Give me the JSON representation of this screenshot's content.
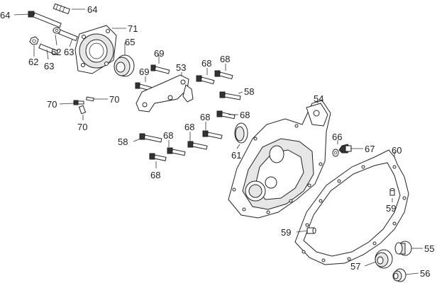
{
  "callouts": [
    {
      "id": "c64a",
      "label": "64"
    },
    {
      "id": "c64b",
      "label": "64"
    },
    {
      "id": "c71",
      "label": "71"
    },
    {
      "id": "c62a",
      "label": "62"
    },
    {
      "id": "c63a",
      "label": "63"
    },
    {
      "id": "c62b",
      "label": "62"
    },
    {
      "id": "c63b",
      "label": "63"
    },
    {
      "id": "c65",
      "label": "65"
    },
    {
      "id": "c69a",
      "label": "69"
    },
    {
      "id": "c69b",
      "label": "69"
    },
    {
      "id": "c53",
      "label": "53"
    },
    {
      "id": "c68a",
      "label": "68"
    },
    {
      "id": "c68b",
      "label": "68"
    },
    {
      "id": "c58a",
      "label": "58"
    },
    {
      "id": "c54",
      "label": "54"
    },
    {
      "id": "c70a",
      "label": "70"
    },
    {
      "id": "c70b",
      "label": "70"
    },
    {
      "id": "c70c",
      "label": "70"
    },
    {
      "id": "c68c",
      "label": "68"
    },
    {
      "id": "c68d",
      "label": "68"
    },
    {
      "id": "c58b",
      "label": "58"
    },
    {
      "id": "c68e",
      "label": "68"
    },
    {
      "id": "c68f",
      "label": "68"
    },
    {
      "id": "c68g",
      "label": "68"
    },
    {
      "id": "c61",
      "label": "61"
    },
    {
      "id": "c66",
      "label": "66"
    },
    {
      "id": "c67",
      "label": "67"
    },
    {
      "id": "c60",
      "label": "60"
    },
    {
      "id": "c59a",
      "label": "59"
    },
    {
      "id": "c59b",
      "label": "59"
    },
    {
      "id": "c55",
      "label": "55"
    },
    {
      "id": "c57",
      "label": "57"
    },
    {
      "id": "c56",
      "label": "56"
    }
  ]
}
